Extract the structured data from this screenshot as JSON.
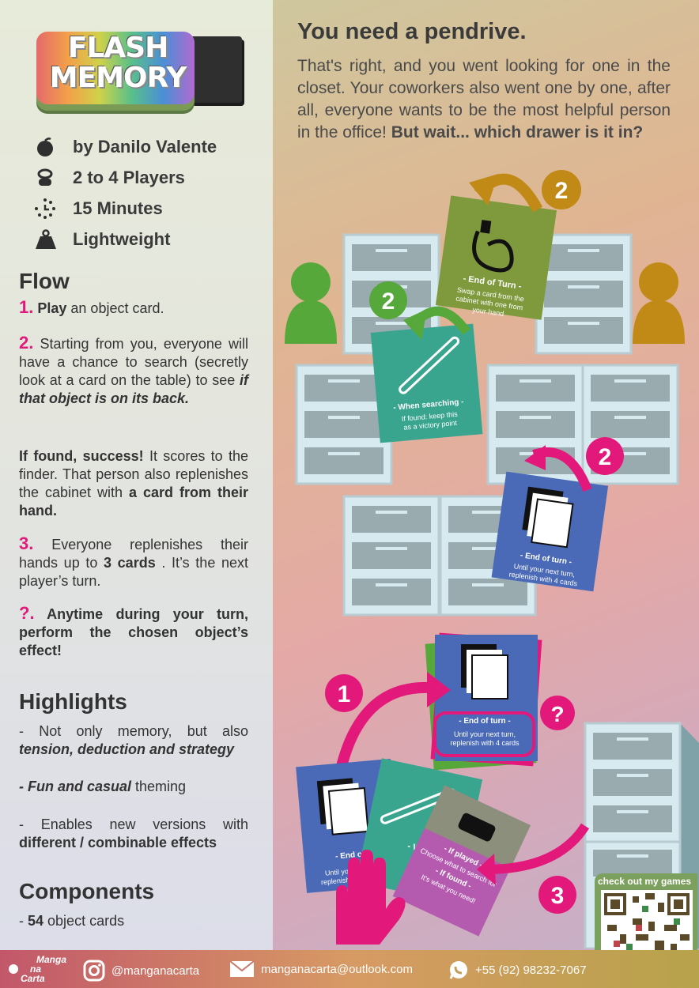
{
  "logo": {
    "line1": "FLASH",
    "line2": "MEMORY"
  },
  "meta": {
    "author": "by Danilo Valente",
    "players": "2 to 4 Players",
    "time": "15 Minutes",
    "weight": "Lightweight"
  },
  "flow": {
    "heading": "Flow",
    "step1_num": "1.",
    "step1_bold": "Play",
    "step1_rest": " an object card.",
    "step2_num": "2.",
    "step2_text": "Starting from you, everyone will have a chance to search (secretly look at a card on the table) to see ",
    "step2_bi": "if that object is on its back.",
    "found_bold": "If found, success!",
    "found_text": " It scores to the finder. That person also replenishes the cabinet with ",
    "found_bold2": "a card from their hand.",
    "step3_num": "3.",
    "step3_text": " Everyone replenishes their hands up to ",
    "step3_bold": "3 cards",
    "step3_rest": " . It’s the next player’s turn.",
    "stepq_num": "?.",
    "stepq_text": " Anytime during your turn, perform the chosen object’s effect!"
  },
  "highlights": {
    "heading": "Highlights",
    "h1_text": "- Not only memory, but also ",
    "h1_bi": "tension, deduction and strategy",
    "h2_bi": "- Fun and casual",
    "h2_text": " theming",
    "h3_text": "- Enables new versions with ",
    "h3_bold": "different / combinable effects"
  },
  "components": {
    "heading": "Components",
    "line_prefix": "- ",
    "line_bold": "54",
    "line_text": " object cards"
  },
  "story": {
    "heading": "You need a pendrive.",
    "text": "That's right, and you went looking for one in the closet. Your coworkers also went one by one, after all, everyone wants to be the most helpful person in the office! ",
    "text_bold": "But wait... which drawer is it in?"
  },
  "cards": {
    "cable_title": "- End of Turn -",
    "cable_text": "Swap a card from the cabinet with one from your hand",
    "pen_title": "- When searching -",
    "pen_text": "If found: keep this as a victory point",
    "paper_title": "- End of turn -",
    "paper_text": "Until your next turn, replenish with 4 cards",
    "center_title": "- End of turn -",
    "center_text": "Until your next turn, replenish with 4 cards",
    "hand_left_title": "- End of",
    "hand_left_text": "Until yo replenish w",
    "hand_mid_title": "- When sea",
    "hand_right_title": "- If played -",
    "hand_right_text": "Choose what to search for",
    "hand_right_title2": "- If found -",
    "hand_right_text2": "It's what you need!"
  },
  "badges": {
    "two": "2",
    "one": "1",
    "three": "3",
    "question": "?"
  },
  "footer": {
    "brand_line1": "Manga",
    "brand_line2": "na",
    "brand_line3": "Carta",
    "instagram": "@manganacarta",
    "email": "manganacarta@outlook.com",
    "phone": "+55 (92) 98232-7067",
    "qr_label": "check out my games"
  },
  "colors": {
    "pink": "#e2197a",
    "green": "#57a83a",
    "gold": "#c18a16",
    "cabinet": "#d7eaf0",
    "drawer": "#9aabb0",
    "card_blue": "#4a6ab8",
    "card_teal": "#3aa58f",
    "card_olive": "#7f9a3c"
  }
}
